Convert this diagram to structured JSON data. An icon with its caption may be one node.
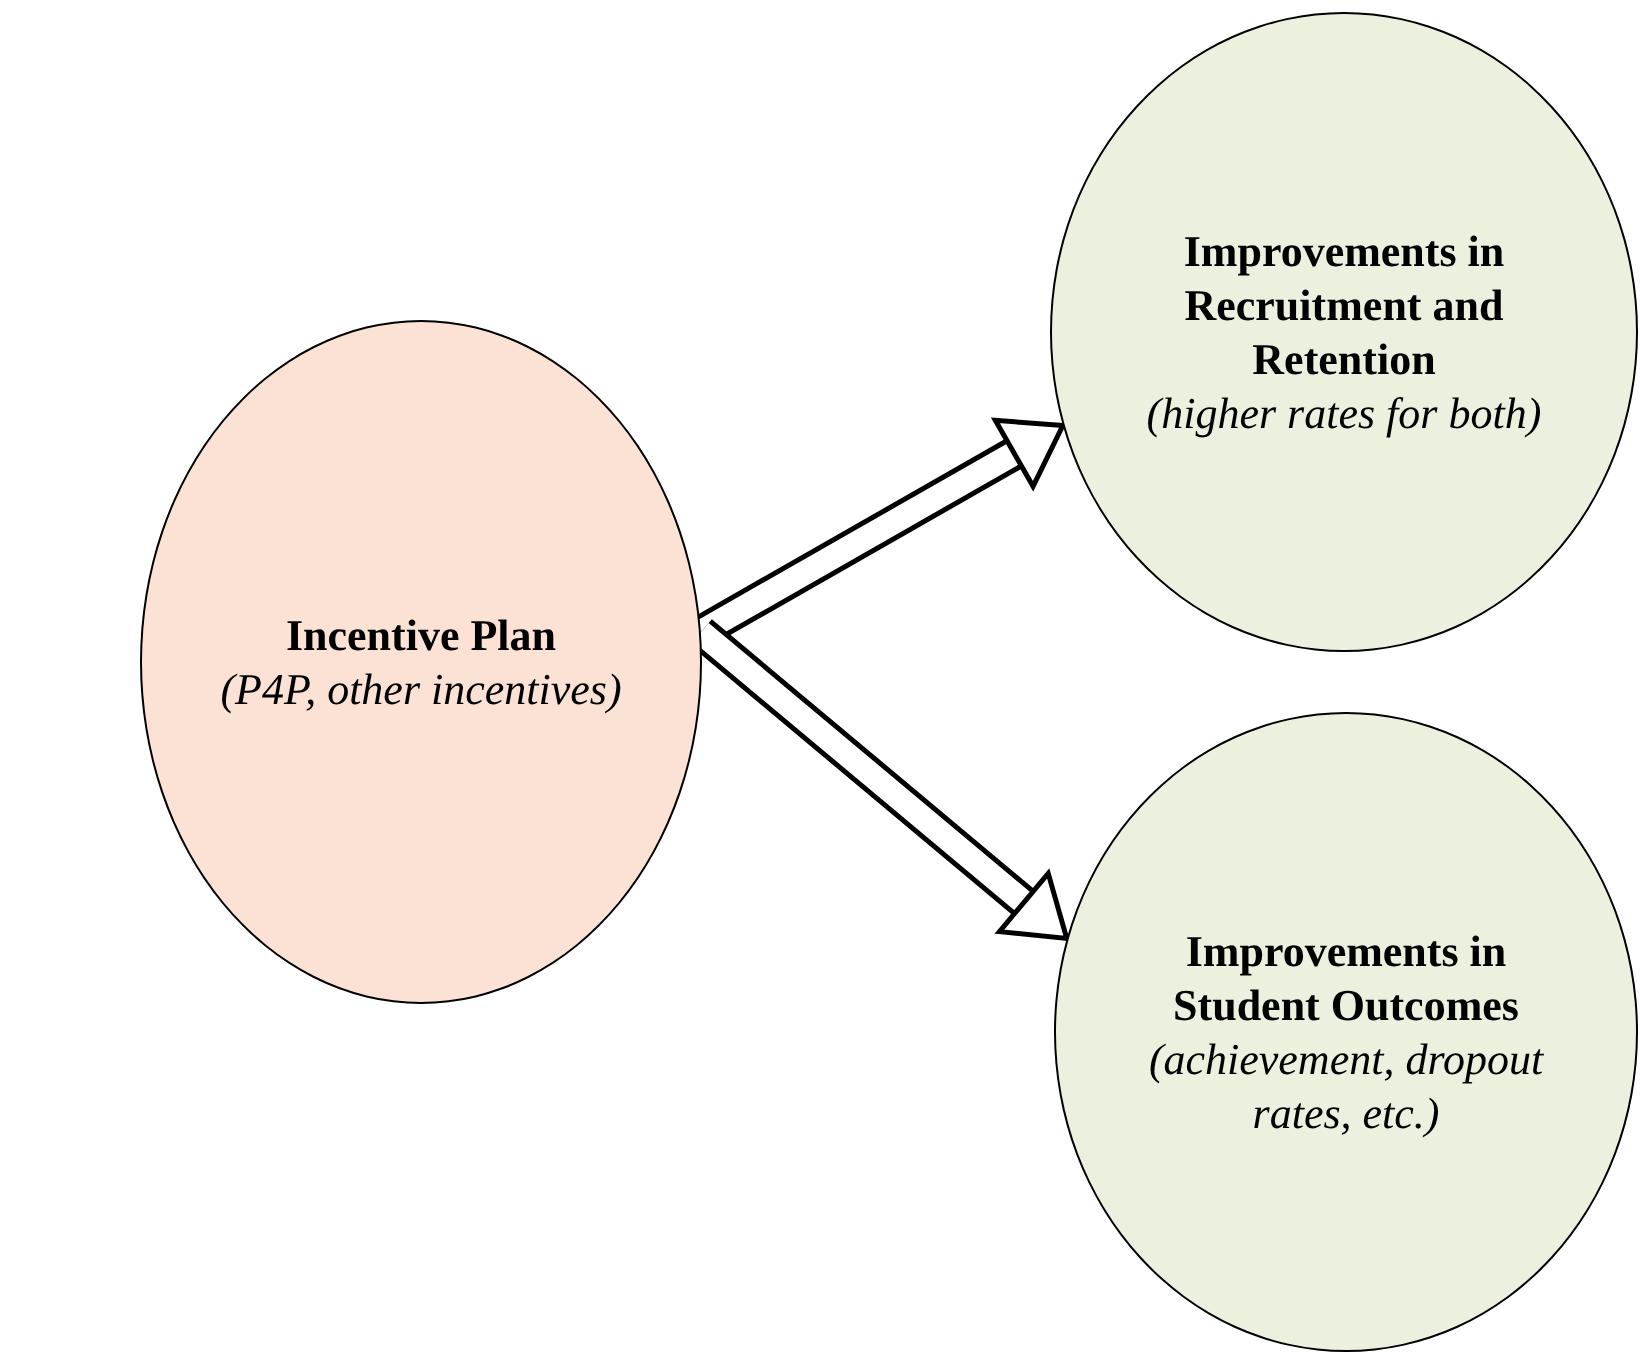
{
  "diagram": {
    "nodes": [
      {
        "text": [
          "Incentive Plan",
          "(P4P, other incentives)"
        ]
      },
      {
        "text": [
          "Improvements in Recruitment and Retention",
          "(higher rates for both)"
        ]
      },
      {
        "text": [
          "Improvements in Student Outcomes",
          "(achievement, dropout rates, etc.)"
        ]
      }
    ],
    "edges": [
      {
        "from": 0,
        "to": 1,
        "arrow": "to"
      },
      {
        "from": 0,
        "to": 2,
        "arrow": "to"
      }
    ]
  }
}
